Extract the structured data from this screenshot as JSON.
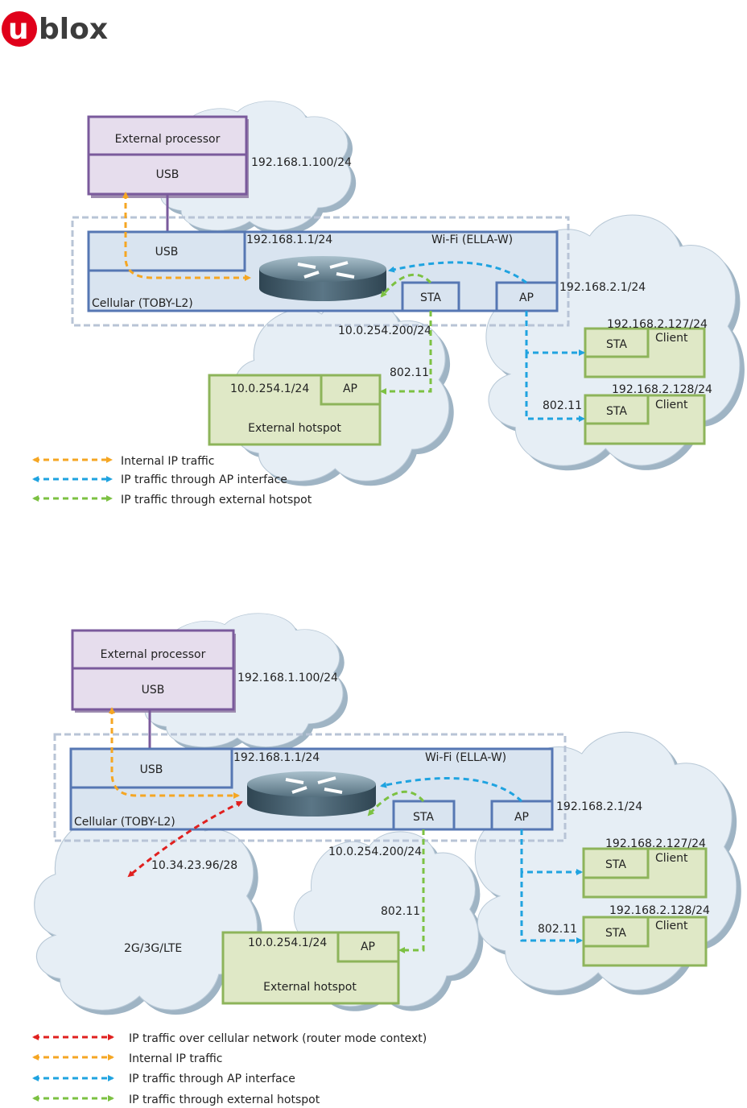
{
  "brand": {
    "logo_text": "ublox",
    "logo_u": "u",
    "logo_rest": "blox",
    "logo_color": "#e0001a"
  },
  "colors": {
    "cloud_fill": "#e6eef5",
    "cloud_shadow": "#9fb4c4",
    "purple_fill": "#e6dded",
    "purple_border": "#7a5a9c",
    "blue_fill": "#d9e4f0",
    "blue_border": "#5677b3",
    "green_fill": "#dfe8c6",
    "green_border": "#8db45a",
    "internal": "#f5a623",
    "ap": "#1fa3e0",
    "hotspot": "#7cc142",
    "cellular": "#e0201f"
  },
  "diagram_top": {
    "ext_processor": "External processor",
    "ext_usb": "USB",
    "ext_ip": "192.168.1.100/24",
    "module_usb": "USB",
    "router_ip": "192.168.1.1/24",
    "wifi_label": "Wi-Fi (ELLA-W)",
    "cellular_label": "Cellular (TOBY-L2)",
    "sta_label": "STA",
    "ap_label": "AP",
    "ap_ip": "192.168.2.1/24",
    "sta_ip": "10.0.254.200/24",
    "hotspot_ip": "10.0.254.1/24",
    "hotspot_ap": "AP",
    "hotspot_name": "External hotspot",
    "hotspot_link": "802.11",
    "client1_ip": "192.168.2.127/24",
    "client1_name": "Client",
    "client1_sta": "STA",
    "client2_ip": "192.168.2.128/24",
    "client2_name": "Client",
    "client2_sta": "STA",
    "client_link": "802.11"
  },
  "legend_top": [
    {
      "label": "Internal IP traffic",
      "color": "#f5a623"
    },
    {
      "label": "IP traffic through AP interface",
      "color": "#1fa3e0"
    },
    {
      "label": "IP traffic through external hotspot",
      "color": "#7cc142"
    }
  ],
  "diagram_bottom": {
    "ext_processor": "External processor",
    "ext_usb": "USB",
    "ext_ip": "192.168.1.100/24",
    "module_usb": "USB",
    "router_ip": "192.168.1.1/24",
    "wifi_label": "Wi-Fi (ELLA-W)",
    "cellular_label": "Cellular (TOBY-L2)",
    "sta_label": "STA",
    "ap_label": "AP",
    "ap_ip": "192.168.2.1/24",
    "sta_ip": "10.0.254.200/24",
    "cell_ip": "10.34.23.96/28",
    "cell_network": "2G/3G/LTE",
    "hotspot_ip": "10.0.254.1/24",
    "hotspot_ap": "AP",
    "hotspot_name": "External hotspot",
    "hotspot_link": "802.11",
    "client1_ip": "192.168.2.127/24",
    "client1_name": "Client",
    "client1_sta": "STA",
    "client2_ip": "192.168.2.128/24",
    "client2_name": "Client",
    "client2_sta": "STA",
    "client_link": "802.11"
  },
  "legend_bottom": [
    {
      "label": "IP traffic over cellular network (router mode context)",
      "color": "#e0201f"
    },
    {
      "label": "Internal IP traffic",
      "color": "#f5a623"
    },
    {
      "label": "IP traffic through AP interface",
      "color": "#1fa3e0"
    },
    {
      "label": "IP traffic through external hotspot",
      "color": "#7cc142"
    }
  ]
}
